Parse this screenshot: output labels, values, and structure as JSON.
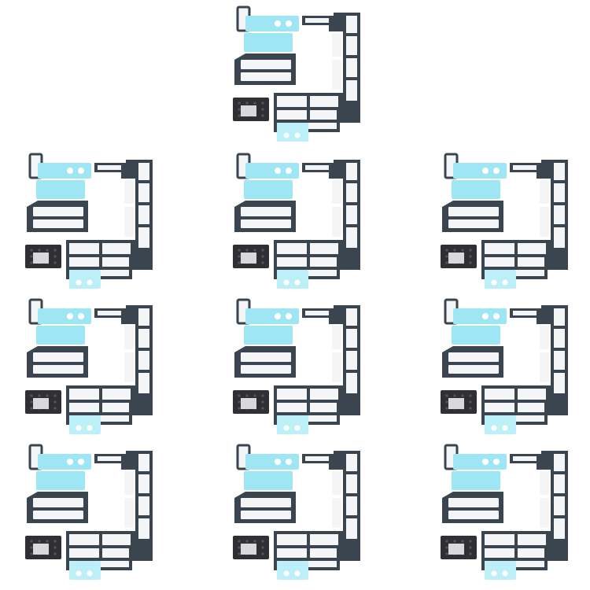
{
  "colors": {
    "background": "#ffffff",
    "frame": "#3a4550",
    "cell": "#f4f5f6",
    "cell_shadow": "#e3e6e9",
    "film": "#9fe6f5",
    "film_light": "#bdeff9",
    "dot": "#ffffff",
    "dark_pad": "#2f2f34",
    "dark_pad_light": "#d9d9dc"
  },
  "kits": [
    {
      "id": "kit-1"
    },
    {
      "id": "kit-2"
    },
    {
      "id": "kit-3"
    },
    {
      "id": "kit-4"
    },
    {
      "id": "kit-5"
    },
    {
      "id": "kit-6"
    },
    {
      "id": "kit-7"
    },
    {
      "id": "kit-8"
    },
    {
      "id": "kit-9"
    },
    {
      "id": "kit-10"
    }
  ]
}
